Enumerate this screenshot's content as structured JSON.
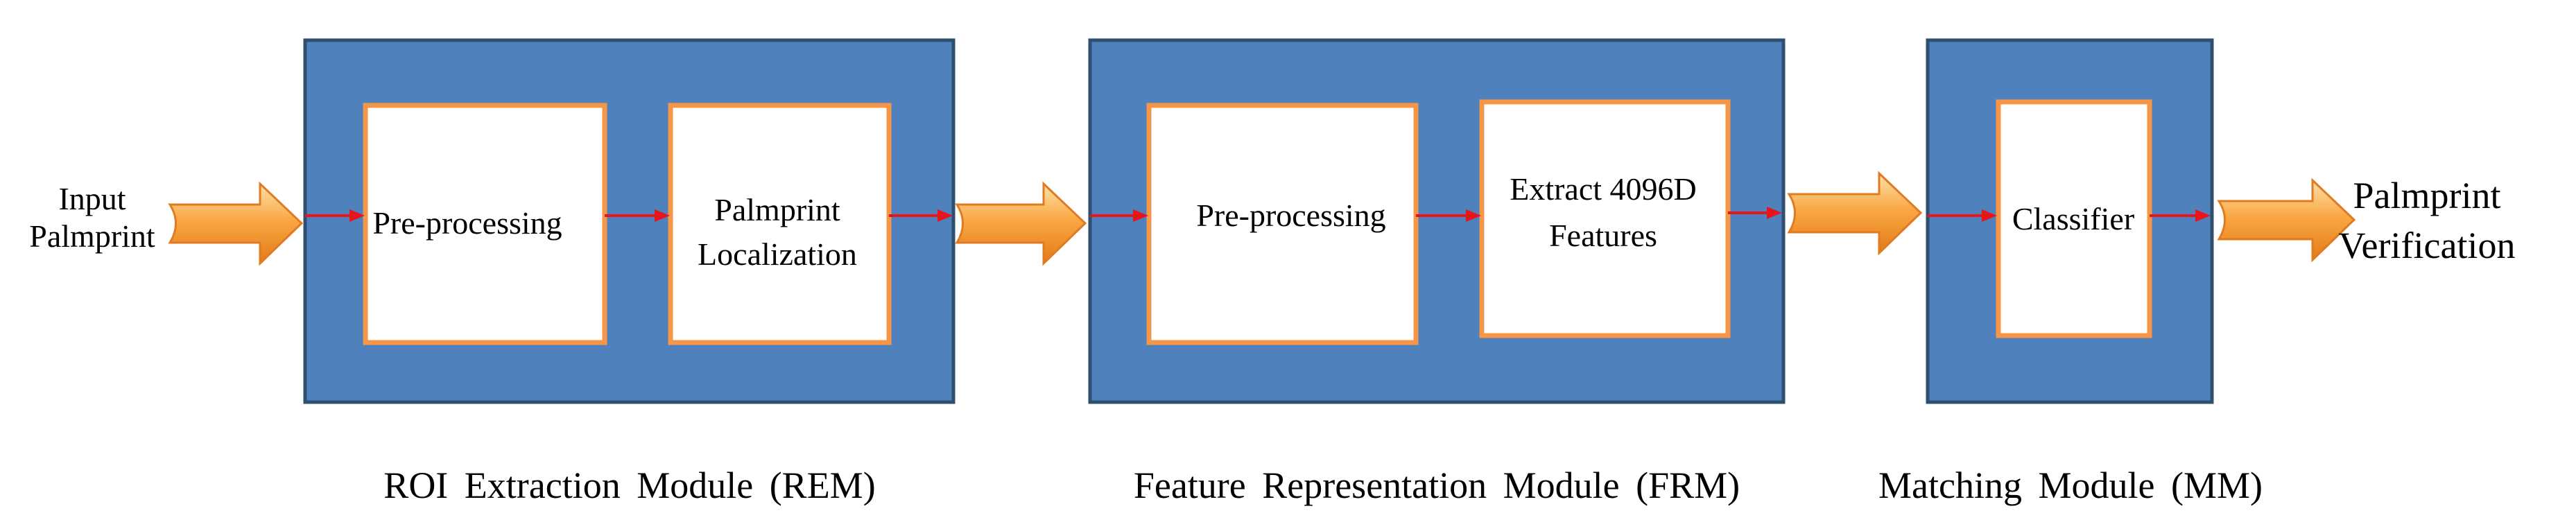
{
  "input_label": [
    "Input",
    "Palmprint"
  ],
  "output_label": [
    "Palmprint",
    "Verification"
  ],
  "modules": [
    {
      "caption": "ROI  Extraction  Module (REM)",
      "boxes": [
        {
          "lines": [
            "Pre-processing"
          ]
        },
        {
          "lines": [
            "Palmprint",
            "Localization"
          ]
        }
      ]
    },
    {
      "caption": "Feature Representation  Module (FRM)",
      "boxes": [
        {
          "lines": [
            "Pre-processing"
          ]
        },
        {
          "lines": [
            "Extract 4096D",
            "Features"
          ]
        }
      ]
    },
    {
      "caption": "Matching  Module (MM)",
      "boxes": [
        {
          "lines": [
            "Classifier"
          ]
        }
      ]
    }
  ],
  "colors": {
    "module_fill": "#4f81bd",
    "box_border": "#f79646",
    "connector": "#e8141c",
    "big_arrow": "#f7a23b"
  }
}
